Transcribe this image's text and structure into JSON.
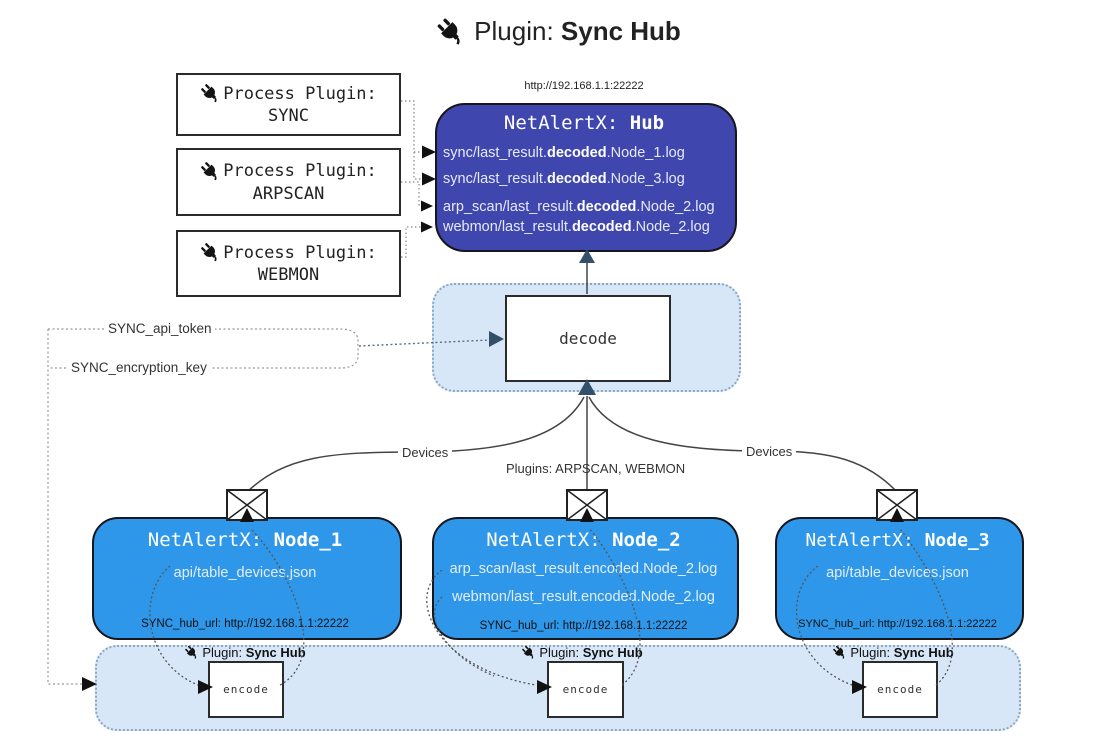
{
  "title": {
    "prefix": "Plugin: ",
    "name": "Sync Hub"
  },
  "process_plugins": {
    "label": "Process Plugin:",
    "items": [
      "SYNC",
      "ARPSCAN",
      "WEBMON"
    ]
  },
  "hub": {
    "url": "http://192.168.1.1:22222",
    "name_prefix": "NetAlertX: ",
    "name": "Hub",
    "lines": [
      {
        "pre": "sync/last_result.",
        "bold": "decoded",
        "post": ".Node_1.log"
      },
      {
        "pre": "sync/last_result.",
        "bold": "decoded",
        "post": ".Node_3.log"
      },
      {
        "pre": "arp_scan/last_result.",
        "bold": "decoded",
        "post": ".Node_2.log"
      },
      {
        "pre": "webmon/last_result.",
        "bold": "decoded",
        "post": ".Node_2.log"
      }
    ]
  },
  "decode": {
    "label": "decode"
  },
  "config_labels": {
    "api_token": "SYNC_api_token",
    "encryption_key": "SYNC_encryption_key"
  },
  "edge_labels": {
    "devices_left": "Devices",
    "devices_right": "Devices",
    "plugins": "Plugins: ARPSCAN, WEBMON"
  },
  "nodes": [
    {
      "name_prefix": "NetAlertX: ",
      "name": "Node_1",
      "files": [
        "api/table_devices.json"
      ],
      "hub_url": "SYNC_hub_url: http://192.168.1.1:22222"
    },
    {
      "name_prefix": "NetAlertX: ",
      "name": "Node_2",
      "files": [
        "arp_scan/last_result.encoded.Node_2.log",
        "webmon/last_result.encoded.Node_2.log"
      ],
      "hub_url": "SYNC_hub_url: http://192.168.1.1:22222"
    },
    {
      "name_prefix": "NetAlertX: ",
      "name": "Node_3",
      "files": [
        "api/table_devices.json"
      ],
      "hub_url": "SYNC_hub_url: http://192.168.1.1:22222"
    }
  ],
  "encode_panel": {
    "plugin_prefix": "Plugin: ",
    "plugin_name": "Sync Hub",
    "encode_label": "encode"
  },
  "colors": {
    "hub_bg": "#3f46ae",
    "node_bg": "#2e97ea",
    "panel_bg": "#d7e7f8",
    "panel_border": "#8ba6c1",
    "arrow_navy": "#33506a",
    "line": "#444444"
  }
}
